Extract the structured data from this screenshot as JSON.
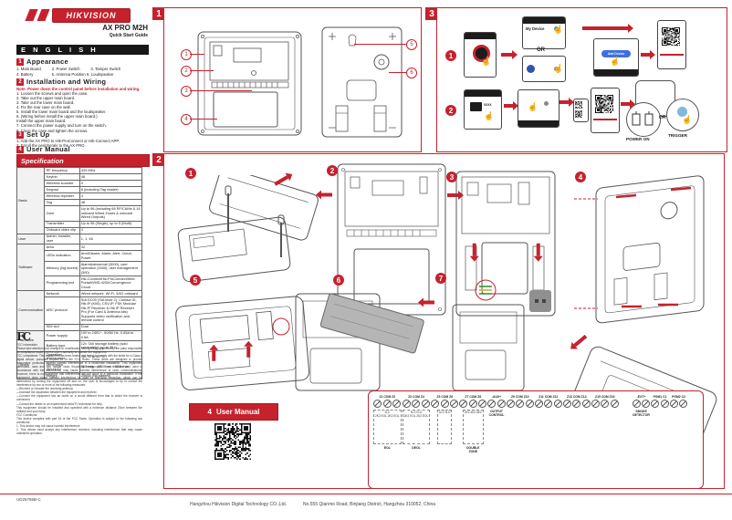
{
  "header": {
    "brand": "HIKVISION",
    "product": "AX PRO M2H",
    "subtitle": "Quick Start Guide"
  },
  "language_bar": "E N G L I S H",
  "sections": {
    "s1": {
      "num": "1",
      "title": "Appearance",
      "row1": "1. Main Board          2. Power Switch          3. Tamper Switch",
      "row2": "4. Battery                 5. Antenna Position 6. Loudspeaker"
    },
    "s2": {
      "num": "2",
      "title": "Installation  and  Wiring",
      "note": "Note: Power down the control panel before installation and wiring.",
      "steps": [
        "1. Loosen the screws and open the case.",
        "2. Take out the upper main board.",
        "3. Take out the lower main board.",
        "4. Fix the rear case on the wall.",
        "5. Install the lower main board and the loudspeaker.",
        "6. (Wiring before install the upper main board.)\n     Install the upper main board.",
        "7. Connect the power supply and turn on the switch.",
        "8. Close the case and tighten the screws."
      ]
    },
    "s3": {
      "num": "3",
      "title": "Set  Up",
      "steps": [
        "1. Add the AX PRO to Hik-ProConnect or Hik-Connect APP.",
        "2. Enroll the peripherals to the AX PRO."
      ]
    },
    "s4": {
      "num": "4",
      "title": "User  Manual"
    }
  },
  "specification": {
    "title": "Specification",
    "groups": [
      {
        "category": "Basic",
        "rows": [
          [
            "RF frequency",
            "433 MHz"
          ],
          [
            "Keyfob",
            "48"
          ],
          [
            "Wireless sounder",
            "4"
          ],
          [
            "Keypad",
            "8 (including Tag reader)"
          ],
          [
            "Wireless repeater",
            "4"
          ],
          [
            "Tag",
            "48"
          ],
          [
            "Zone",
            "Up to 96 (including 68 RF/CAMs & 16 onboard Wired Zones & onboard Wired Outputs)"
          ],
          [
            "Transmitter",
            "Up to 96 (Single), up to 5 (Multi)"
          ],
          [
            "Onboard video clip",
            "4"
          ]
        ]
      },
      {
        "category": "User",
        "rows": [
          [
            "Admin, installer, user",
            "1, 1, 46"
          ]
        ]
      },
      {
        "category": "Software",
        "rows": [
          [
            "Area",
            "32"
          ],
          [
            "LEDs indication",
            "Arm/Disarm, Alarm, Alert, Cloud, Power"
          ],
          [
            "Memory (log stored)",
            "Alarm&abnormal (3000), user operation (1500), user management (300)"
          ],
          [
            "Programming tool",
            "Hik-Connect/Hik-ProConnect/Web Portal/iVMS-4200/Convergence Cloud"
          ]
        ]
      },
      {
        "category": "Communication",
        "rows": [
          [
            "Network",
            "Wired network, Wi-Fi, 3/4G onboard"
          ],
          [
            "ARC protocol",
            "SIA DC09 (SIA level 2), Contact ID, Hik IP (K06), CSV-IP, FSK Modular\nHik IP Receiver & Hik IP Receiver Pro (For Card & Antenna kits)\nSupports video verification and remote control"
          ],
          [
            "SIM slot",
            "Dual"
          ]
        ]
      },
      {
        "category": "Hardware",
        "rows": [
          [
            "Power supply",
            "100 to 240V~, 50/60 Hz, 0.65A to 0.5A"
          ],
          [
            "Battery type",
            "12v 7Ah storage battery (sold separately), up to 36 h"
          ]
        ]
      },
      {
        "category": "Others",
        "rows": [
          [
            "Operation temperature",
            "-10 °C to 40 °C"
          ],
          [
            "Dimension (W×H×D)",
            "365 mm × 290 mm × 92.6 mm"
          ],
          [
            "Weight",
            "2065g (No battery)"
          ]
        ]
      }
    ]
  },
  "fcc": {
    "logo": "FC",
    "text": "FCC Information\nPlease take attention that changes or modification not expressly approved by the party responsible for compliance could void the user's authority to operate the equipment.\nFCC compliance: This equipment has been tested and found to comply with the limits for a Class A digital device, pursuant to part 15 of the FCC Rules. These limits are designed to provide reasonable protection against harmful interference in a residential installation. This equipment generates, uses and can radiate radio frequency energy and, if not installed and used in accordance with the instructions, may cause harmful interference to radio communications. However, there is no guarantee that interference will not occur in a particular installation. If this equipment does cause harmful interference to radio or television reception, which can be determined by turning the equipment off and on, the user is encouraged to try to correct the interference by one or more of the following measures:\n—Reorient or relocate the receiving antenna.\n—Increase the separation between the equipment and receiver.\n—Connect the equipment into an outlet on a circuit different from that to which the receiver is connected.\n—Consult the dealer or an experienced radio/TV technician for help.\nThis equipment should be installed and operated with a minimum distance 20cm between the radiator and your body.\nFCC Conditions\nThis device complies with part 15 of the FCC Rules. Operation is subject to the following two conditions:\n1. This device may not cause harmful interference.\n2. This device must accept any interference received, including interference that may cause undesired operation."
  },
  "doc_code": "UD25786B-C",
  "figure1": {
    "num": "1",
    "callouts": [
      "1",
      "2",
      "3",
      "4",
      "5",
      "6"
    ]
  },
  "figure2": {
    "num": "2",
    "steps": [
      "1",
      "2",
      "3",
      "4",
      "5",
      "6",
      "7"
    ]
  },
  "figure3": {
    "num": "3",
    "step1": "1",
    "step2": "2",
    "my_device": "My Device",
    "or1": "OR",
    "add_device": "Add Device",
    "serial": "XXXX",
    "or2": "OR",
    "power_on": "POWER ON",
    "trigger": "TRIGGER"
  },
  "user_manual_banner": {
    "num": "4",
    "title": "User Manual"
  },
  "terminals": {
    "groups": [
      {
        "label": "Z1 COM Z2",
        "screws": 3,
        "wires": "N.C\n2K2 EOL  2K2 EOL",
        "note": "EOL"
      },
      {
        "label": "Z3 COM Z4",
        "screws": 3,
        "wires": "N.O  N.O\n2K2 EOL  2K2 EOL",
        "note": "DEOL"
      },
      {
        "label": "Z5 COM Z6",
        "screws": 3,
        "wires": "N.O    N.O",
        "note": ""
      },
      {
        "label": "Z7 COM Z8",
        "screws": 3,
        "wires": "2K2  4K2  8K2",
        "note": "DOUBLE\nZONE"
      },
      {
        "label": "-AUX+",
        "screws": 2,
        "wires": "",
        "note": "OUTPUT\nCONTROL"
      },
      {
        "label": "Z9 COM Z10",
        "screws": 3,
        "wires": "",
        "note": ""
      },
      {
        "label": "Z11 COM Z12",
        "screws": 3,
        "wires": "",
        "note": ""
      },
      {
        "label": "Z13 COM Z14",
        "screws": 3,
        "wires": "",
        "note": ""
      },
      {
        "label": "Z15 COM Z16",
        "screws": 3,
        "wires": "",
        "note": ""
      },
      {
        "label": "-EXT+",
        "screws": 2,
        "gap": true,
        "wires": "",
        "note": "SMOKE\nDETECTOR"
      },
      {
        "label": "PGM1 C1",
        "screws": 2,
        "wires": "",
        "note": ""
      },
      {
        "label": "PGM2 C2",
        "screws": 2,
        "wires": "",
        "note": ""
      }
    ]
  },
  "footer": {
    "company": "Hangzhou Hikvision Digital Technology CO.,Ltd.",
    "address": "No.555 Qianmo Road, Binjiang District, Hangzhou 310052, China"
  }
}
